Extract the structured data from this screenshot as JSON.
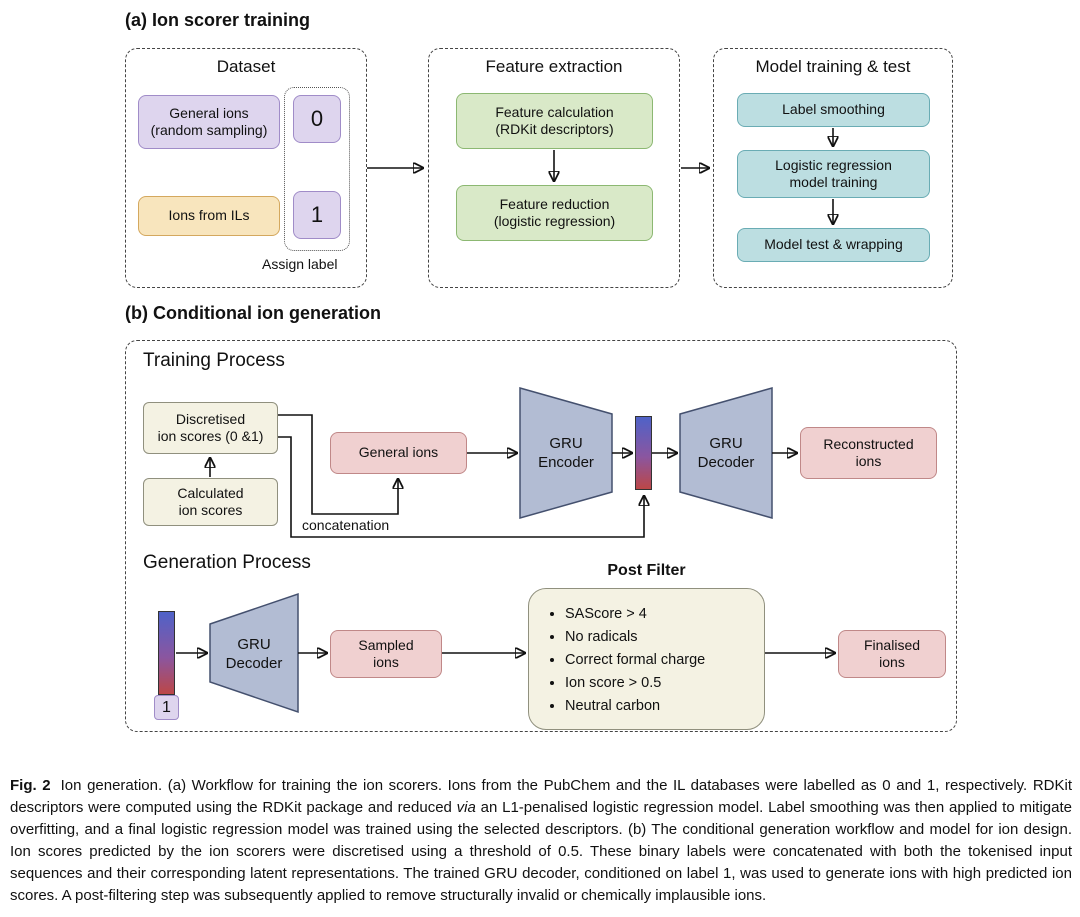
{
  "colors": {
    "purple_fill": "#ded5ee",
    "purple_border": "#a08cc8",
    "yellow_fill": "#f8e5bd",
    "yellow_border": "#d4a85e",
    "green_fill": "#d9e9c8",
    "green_border": "#8cb872",
    "teal_fill": "#bcdee1",
    "teal_border": "#6aacb4",
    "cream_fill": "#f4f2e3",
    "cream_border": "#90907e",
    "pink_fill": "#f0d0d0",
    "pink_border": "#c08888",
    "trapezoid_fill": "#b2bcd3",
    "trapezoid_border": "#44506e",
    "latent_gradient_top": "#4f62c8",
    "latent_gradient_bottom": "#bc4747"
  },
  "section_a": {
    "title": "(a) Ion scorer training",
    "dataset": {
      "title": "Dataset",
      "general_ions": "General ions\n(random sampling)",
      "ions_from_ils": "Ions from ILs",
      "label_0": "0",
      "label_1": "1",
      "assign_label": "Assign label"
    },
    "feature_extraction": {
      "title": "Feature extraction",
      "feature_calculation": "Feature calculation\n(RDKit descriptors)",
      "feature_reduction": "Feature reduction\n(logistic regression)"
    },
    "model_training": {
      "title": "Model training & test",
      "label_smoothing": "Label smoothing",
      "logistic_regression": "Logistic regression\nmodel training",
      "model_test": "Model test & wrapping"
    }
  },
  "section_b": {
    "title": "(b) Conditional ion generation",
    "training_process": {
      "title": "Training Process",
      "discretised_scores": "Discretised\nion scores (0 &1)",
      "calculated_scores": "Calculated\nion scores",
      "concatenation": "concatenation",
      "general_ions": "General ions",
      "gru_encoder": "GRU\nEncoder",
      "gru_decoder": "GRU\nDecoder",
      "reconstructed_ions": "Reconstructed\nions"
    },
    "generation_process": {
      "title": "Generation Process",
      "latent_label": "1",
      "gru_decoder": "GRU\nDecoder",
      "sampled_ions": "Sampled\nions",
      "post_filter": {
        "title": "Post Filter",
        "items": [
          "SAScore > 4",
          "No radicals",
          "Correct formal charge",
          "Ion score > 0.5",
          "Neutral carbon"
        ]
      },
      "finalised_ions": "Finalised\nions"
    }
  },
  "caption": {
    "label": "Fig. 2",
    "part1": "Ion generation. (a) Workflow for training the ion scorers. Ions from the PubChem and the IL databases were labelled as 0 and 1, respectively. RDKit descriptors were computed using the RDKit package and reduced ",
    "via": "via",
    "part2": " an L1-penalised logistic regression model. Label smoothing was then applied to mitigate overfitting, and a final logistic regression model was trained using the selected descriptors. (b) The conditional generation workflow and model for ion design. Ion scores predicted by the ion scorers were discretised using a threshold of 0.5. These binary labels were concatenated with both the tokenised input sequences and their corresponding latent representations. The trained GRU decoder, conditioned on label 1, was used to generate ions with high predicted ion scores. A post-filtering step was subsequently applied to remove structurally invalid or chemically implausible ions."
  }
}
